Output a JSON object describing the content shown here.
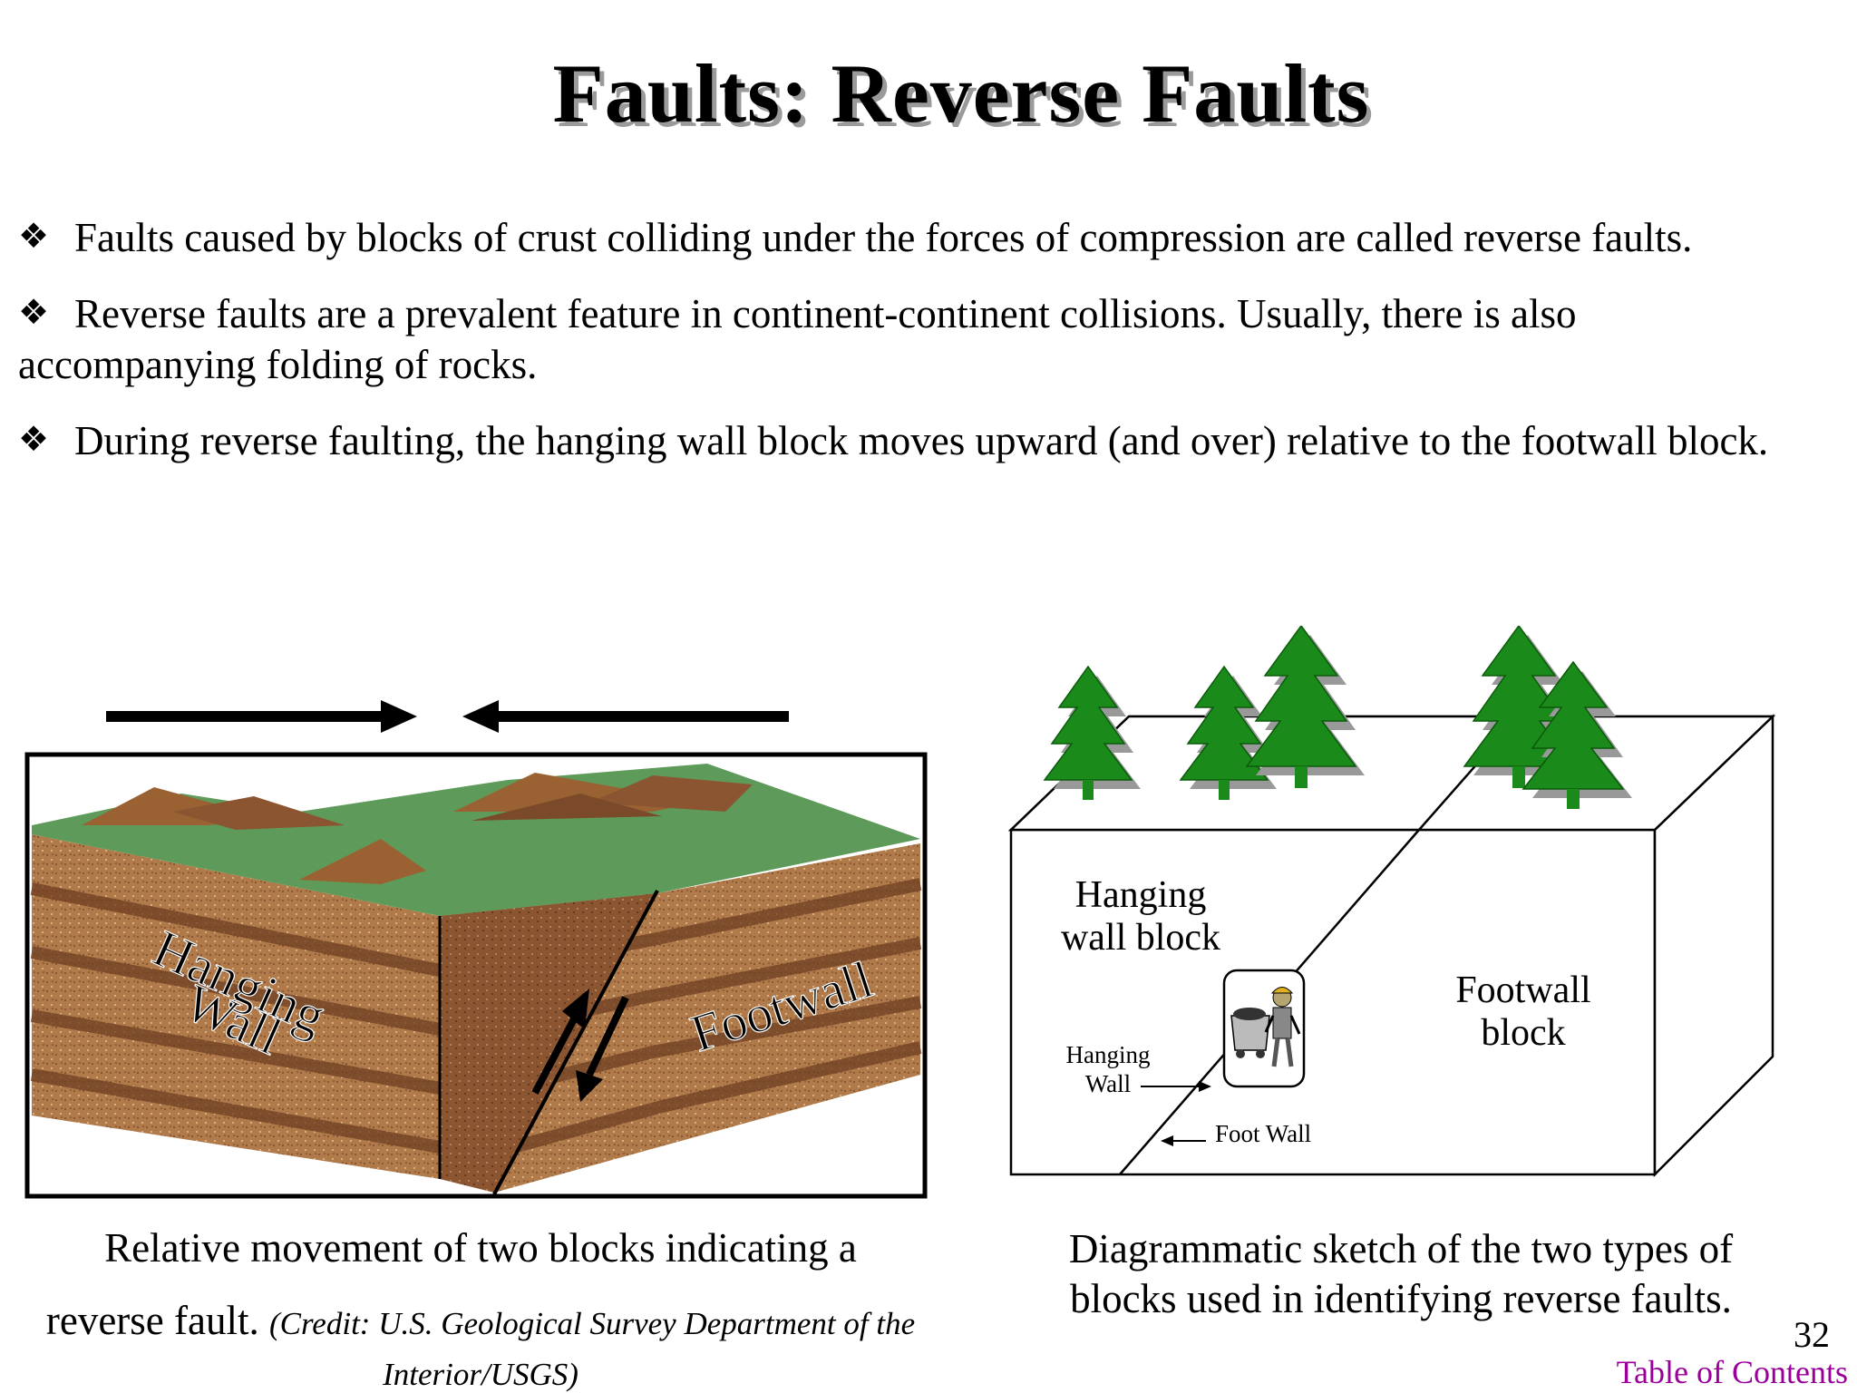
{
  "slide": {
    "title": "Faults:  Reverse Faults",
    "bullet_icon": "four-diamond-icon",
    "bullets": [
      "Faults caused by blocks of crust colliding under the forces of compression are called reverse faults.",
      "Reverse faults are a prevalent feature in continent-continent collisions.  Usually, there is also accompanying folding of rocks.",
      "During reverse faulting, the hanging wall block moves upward (and over) relative to the footwall block."
    ],
    "left_figure": {
      "hanging_wall_line1": "Hanging",
      "hanging_wall_line2": "Wall",
      "footwall_label": "Footwall",
      "caption_line1": "Relative movement of two blocks indicating a",
      "caption_line2": "reverse fault.",
      "credit": "(Credit: U.S. Geological Survey Department of the Interior/USGS)"
    },
    "right_figure": {
      "hanging_wall_block_line1": "Hanging",
      "hanging_wall_block_line2": "wall block",
      "footwall_block_line1": "Footwall",
      "footwall_block_line2": "block",
      "hanging_wall_small_line1": "Hanging",
      "hanging_wall_small_line2": "Wall",
      "foot_wall_small": "Foot Wall",
      "caption": "Diagrammatic sketch of the two types of blocks used in identifying reverse faults."
    },
    "page_number": "32",
    "toc_link": "Table of Contents",
    "colors": {
      "rock": "#b07a4a",
      "rock_dark": "#7a4a2a",
      "grass": "#5e9a5a",
      "tree": "#1a8a1a",
      "link": "#990099"
    }
  }
}
